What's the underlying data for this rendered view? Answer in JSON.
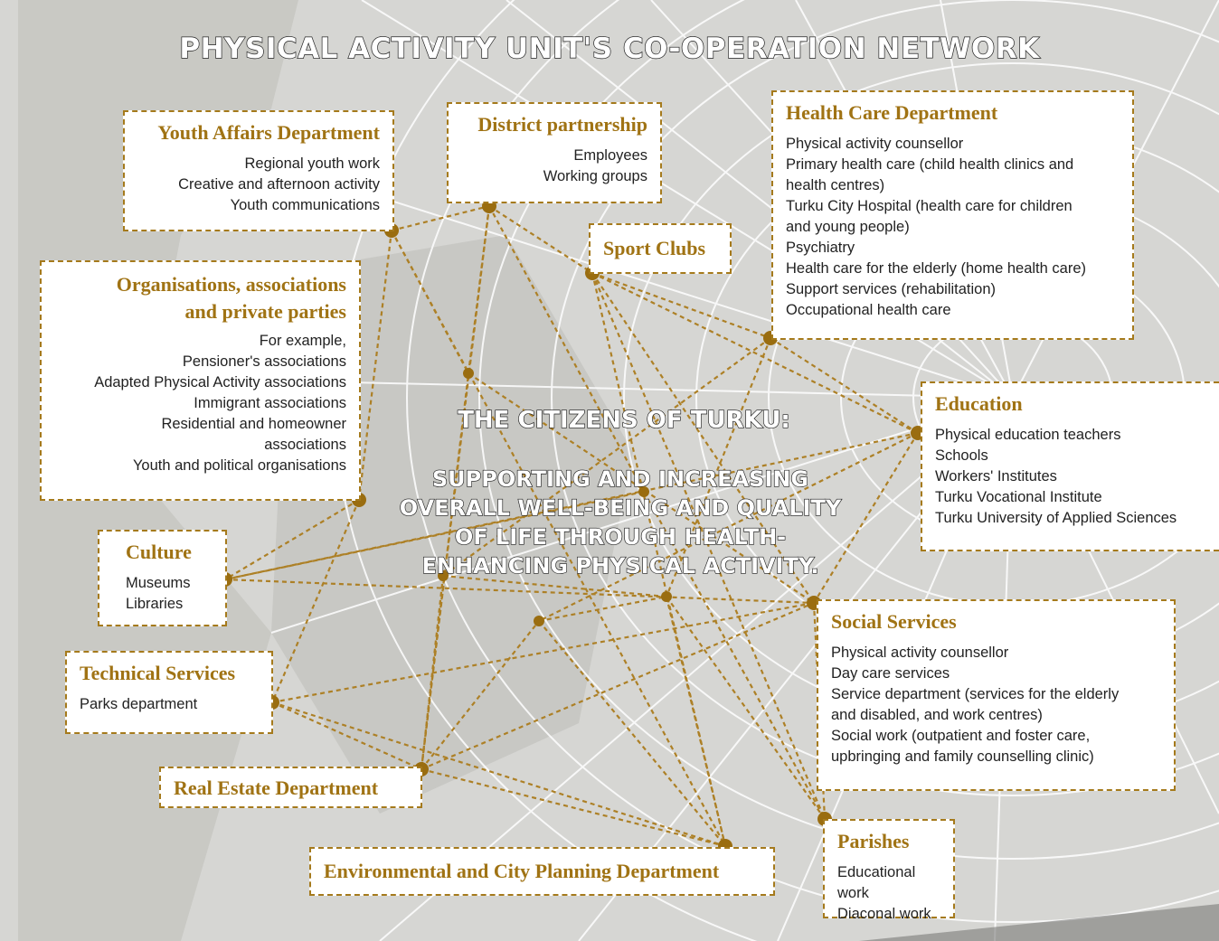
{
  "title": "PHYSICAL ACTIVITY UNIT'S CO-OPERATION NETWORK",
  "center": {
    "heading": "THE CITIZENS OF TURKU:",
    "lines": [
      "SUPPORTING AND INCREASING",
      "OVERALL WELL-BEING AND QUALITY",
      "OF LIFE THROUGH HEALTH-",
      "ENHANCING PHYSICAL ACTIVITY."
    ]
  },
  "boxes": {
    "youth": {
      "title": "Youth Affairs Department",
      "items": [
        "Regional youth work",
        "Creative and afternoon activity",
        "Youth communications"
      ]
    },
    "district": {
      "title": "District partnership",
      "items": [
        "Employees",
        "Working groups"
      ]
    },
    "sport": {
      "title": "Sport Clubs"
    },
    "health": {
      "title": "Health Care Department",
      "items": [
        "Physical activity counsellor",
        "Primary health care (child health clinics and",
        "health centres)",
        "Turku City Hospital (health care for children",
        "and young people)",
        "Psychiatry",
        "Health care for the elderly (home health care)",
        "Support services (rehabilitation)",
        "Occupational health care"
      ]
    },
    "orgs": {
      "title_lines": [
        "Organisations, associations",
        "and private parties"
      ],
      "items": [
        "For example,",
        "Pensioner's associations",
        "Adapted Physical Activity associations",
        "Immigrant associations",
        "Residential and homeowner",
        "associations",
        "Youth and political organisations"
      ]
    },
    "education": {
      "title": "Education",
      "items": [
        "Physical education teachers",
        "Schools",
        "Workers' Institutes",
        "Turku Vocational Institute",
        "Turku University of Applied Sciences"
      ]
    },
    "culture": {
      "title": "Culture",
      "items": [
        "Museums",
        "Libraries"
      ]
    },
    "technical": {
      "title": "Technical Services",
      "items": [
        "Parks department"
      ]
    },
    "social": {
      "title": "Social Services",
      "items": [
        "Physical activity counsellor",
        "Day care services",
        "Service department (services for the elderly",
        "and disabled, and work centres)",
        "Social work (outpatient and foster care,",
        "upbringing and family counselling clinic)"
      ]
    },
    "realestate": {
      "title": "Real Estate Department"
    },
    "environment": {
      "title": "Environmental and City Planning Department"
    },
    "parishes": {
      "title": "Parishes",
      "items": [
        "Educational work",
        "Diaconal work"
      ]
    }
  },
  "colors": {
    "accent": "#a07314",
    "node": "#9a6d10",
    "link": "#b0842a"
  }
}
